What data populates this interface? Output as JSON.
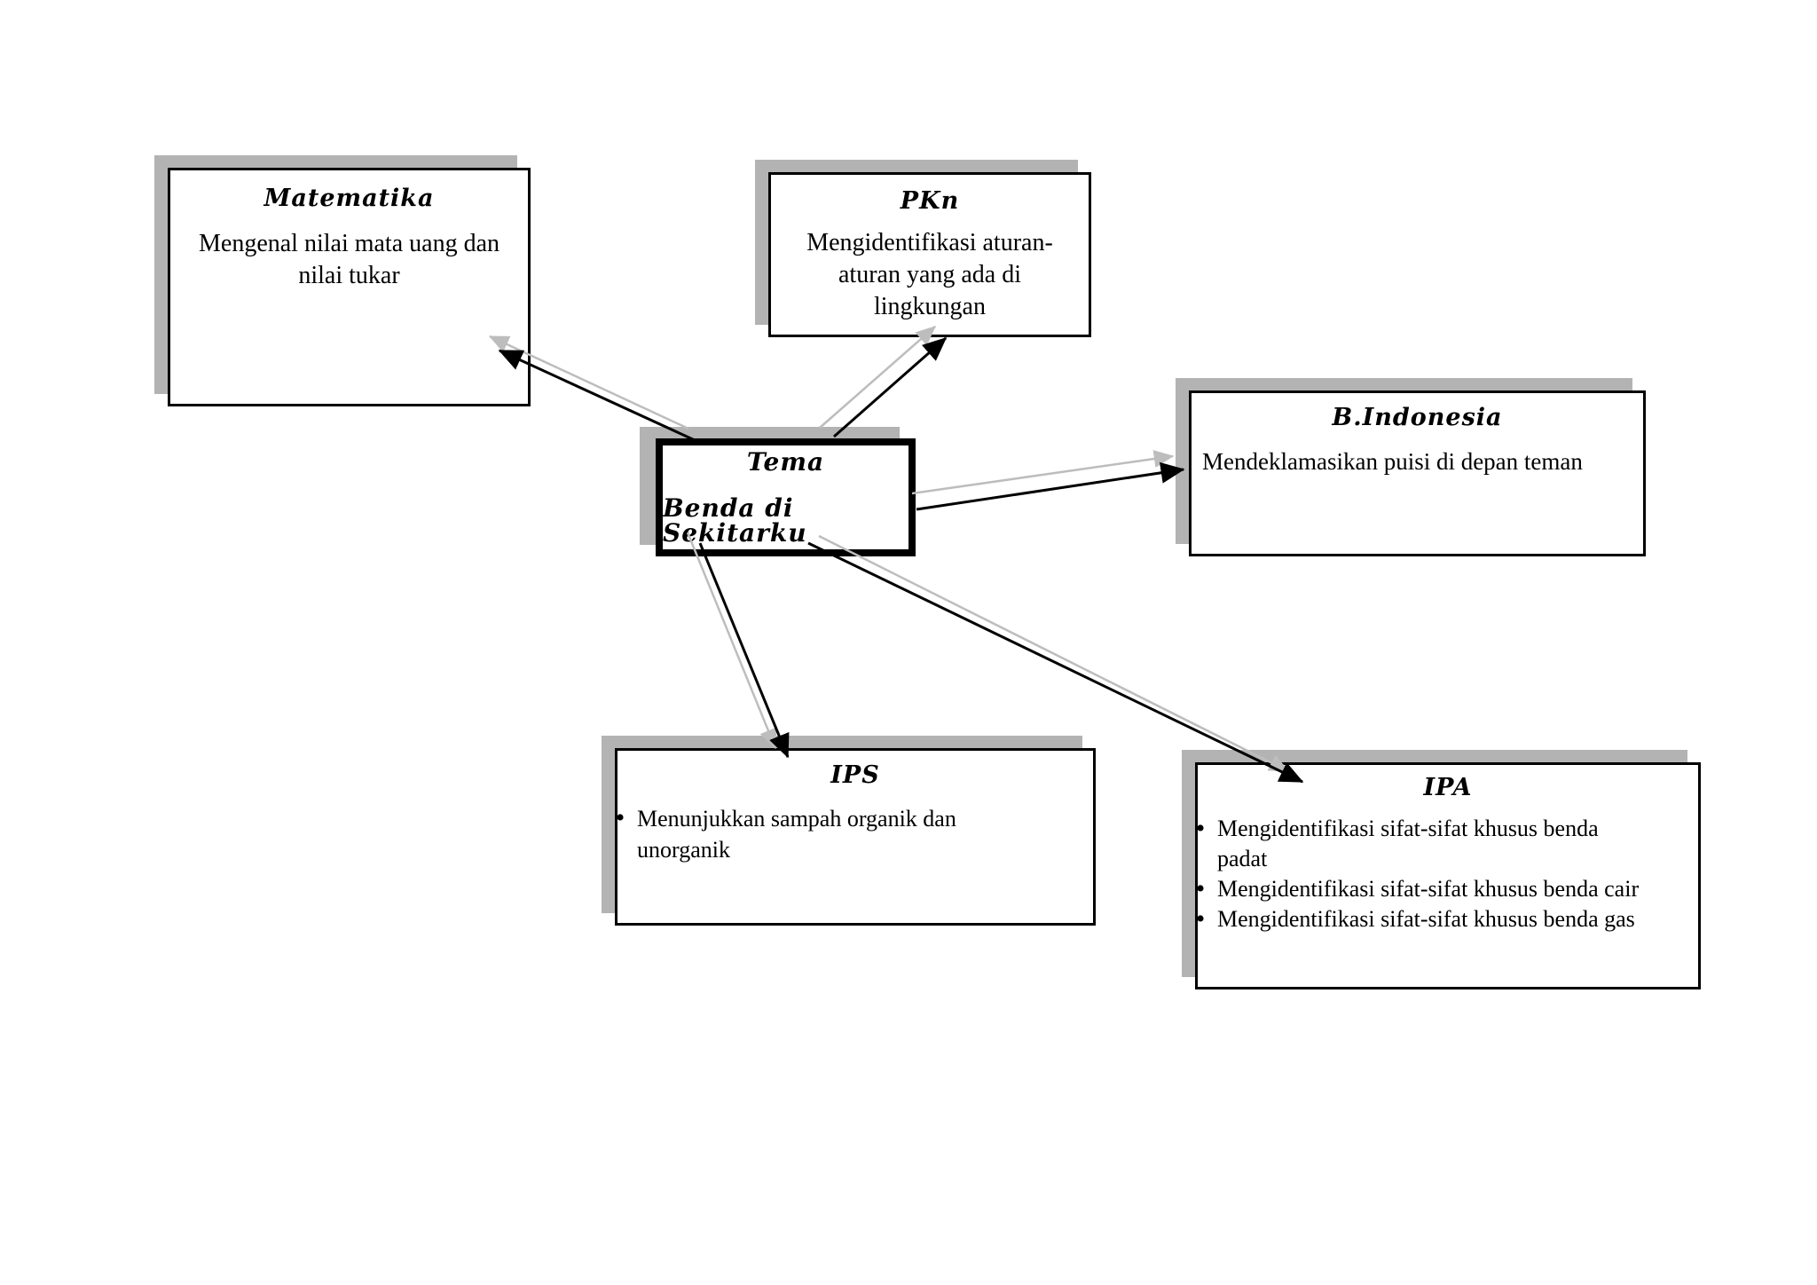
{
  "diagram": {
    "center_node": {
      "label": "Tema",
      "sublabel": "Benda di Sekitarku"
    },
    "nodes": {
      "matematika": {
        "title": "Matematika",
        "lines": [
          "Mengenal nilai mata uang dan",
          "nilai tukar"
        ]
      },
      "pkn": {
        "title": "PKn",
        "lines": [
          "Mengidentifikasi aturan-",
          "aturan yang ada di",
          "lingkungan"
        ]
      },
      "b_indonesia": {
        "title": "B.Indonesia",
        "lines": [
          "Mendeklamasikan puisi di depan teman"
        ]
      },
      "ips": {
        "title": "IPS",
        "bullets": [
          "Menunjukkan sampah organik dan unorganik"
        ]
      },
      "ipa": {
        "title": "IPA",
        "bullets": [
          "Mengidentifikasi sifat-sifat khusus benda padat",
          "Mengidentifikasi sifat-sifat khusus benda cair",
          "Mengidentifikasi sifat-sifat khusus benda gas"
        ]
      }
    },
    "connections": [
      {
        "from": "tema",
        "to": "matematika"
      },
      {
        "from": "tema",
        "to": "pkn"
      },
      {
        "from": "tema",
        "to": "b_indonesia"
      },
      {
        "from": "tema",
        "to": "ips"
      },
      {
        "from": "tema",
        "to": "ipa"
      }
    ],
    "colors": {
      "box_border": "#000000",
      "box_shadow": "#b3b3b3",
      "arrow_black": "#000000",
      "arrow_gray": "#bdbdbd",
      "text": "#000000",
      "background": "#ffffff"
    }
  }
}
